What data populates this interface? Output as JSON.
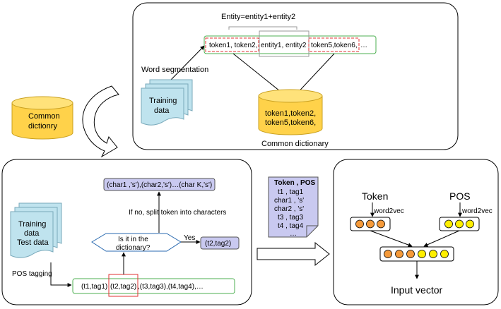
{
  "top_panel": {
    "entity_label": "Entity=entity1+entity2",
    "seq_left": "token1, token2,",
    "seq_mid": "entity1, entity2",
    "seq_right": "token5,token6,",
    "seq_ellipsis": "…",
    "word_seg_label": "Word segmentation",
    "training_data_line1": "Training",
    "training_data_line2": "data",
    "db_line1": "token1,token2,",
    "db_line2": "token5,token6,",
    "db_caption": "Common dictionary"
  },
  "common_dict": {
    "line1": "Common",
    "line2": "dictionry"
  },
  "bottom_left": {
    "chars_box": "(char1 ,'s'),(char2,'s')…(char K,'s')",
    "split_label": "If no, split token into characters",
    "decision_line1": "Is it in the",
    "decision_line2": "dictionary?",
    "yes_label": "Yes",
    "result_box": "(t2,tag2)",
    "data_line1": "Training",
    "data_line2": "data",
    "data_line3": "Test data",
    "pos_tagging_label": "POS tagging",
    "seq_a": "(t1,tag1)",
    "seq_b": "(t2,tag2)",
    "seq_c": ",(t3,tag3),(t4,tag4),…"
  },
  "doc": {
    "header": "Token , POS",
    "rows": [
      "t1  ,  tag1",
      "char1  ,  's'",
      "char2  ,  's'",
      "t3  ,  tag3",
      "t4  ,  tag4",
      "…"
    ]
  },
  "right_panel": {
    "token_label": "Token",
    "pos_label": "POS",
    "w2v_left": "word2vec",
    "w2v_right": "word2vec",
    "input_vector": "Input vector"
  },
  "colors": {
    "yellow": "#ffd24a",
    "blue_doc": "#bfe3ee",
    "lavender": "#c9c9f0",
    "orange_dot": "#f59a3a",
    "yellow_dot": "#ffef00",
    "green_border": "#4caf50",
    "red_dash": "#e03030"
  }
}
